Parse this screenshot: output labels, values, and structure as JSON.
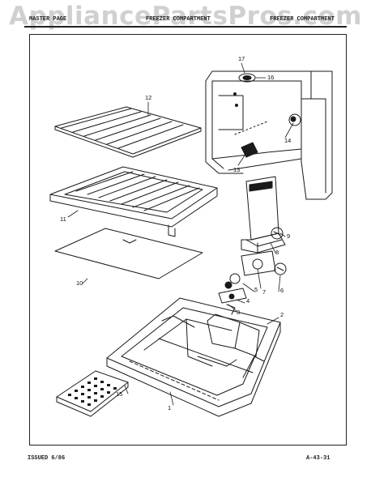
{
  "watermark": "AppliancePartsPros.com",
  "header": {
    "left": "MASTER PAGE",
    "middle": "FREEZER COMPARTMENT",
    "right": "FREEZER COMPARTMENT"
  },
  "callouts": [
    "1",
    "2",
    "3",
    "4",
    "5",
    "6",
    "7",
    "8",
    "9",
    "10",
    "11",
    "12",
    "13",
    "14",
    "15",
    "16",
    "17"
  ],
  "footer": {
    "left": "ISSUED 6/86",
    "right": "A-43-31"
  },
  "colors": {
    "ink": "#1a1a1a",
    "watermark": "#787878",
    "paper": "#ffffff"
  }
}
